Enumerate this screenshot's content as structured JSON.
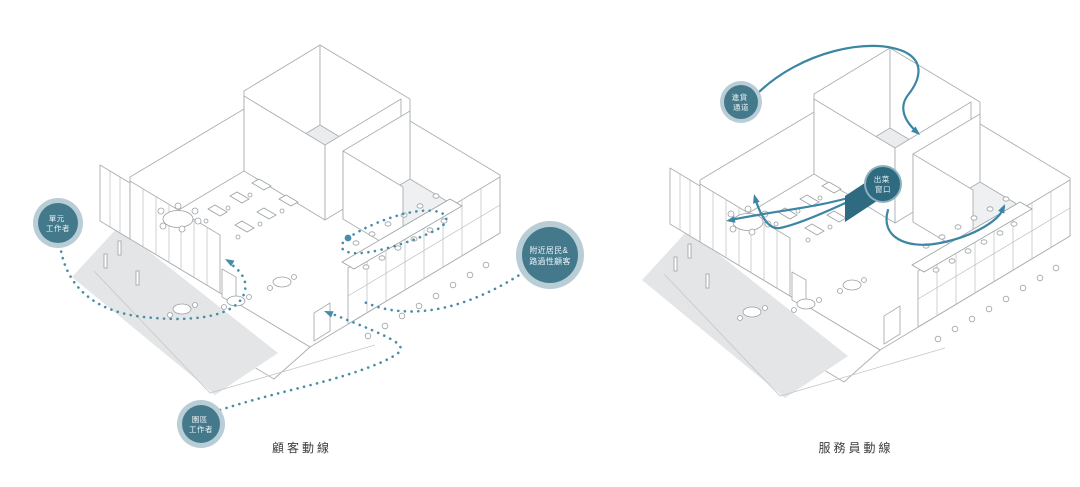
{
  "page": {
    "background": "#ffffff"
  },
  "colors": {
    "path_dotted": "#4A8CA8",
    "path_solid": "#3C86A4",
    "bubble_fill": "#44798C",
    "bubble_fill_dark": "#2E6A80",
    "bubble_ring": "#B9CDD7",
    "sketch_line": "#A9AFB3",
    "caption_text": "#3D3D3D"
  },
  "panels": {
    "left": {
      "caption": "顧客動線",
      "path_style": "dotted",
      "labels": [
        {
          "name": "unit-workers",
          "lines": [
            "單元",
            "工作者"
          ]
        },
        {
          "name": "park-district-workers",
          "lines": [
            "園區",
            "工作者"
          ]
        },
        {
          "name": "nearby-residents-passersby",
          "lines": [
            "附近居民&",
            "路過性顧客"
          ]
        }
      ]
    },
    "right": {
      "caption": "服務員動線",
      "path_style": "solid",
      "labels": [
        {
          "name": "goods-delivery-passage",
          "lines": [
            "進貨",
            "通道"
          ]
        },
        {
          "name": "serving-window",
          "lines": [
            "出菜",
            "窗口"
          ]
        }
      ]
    }
  }
}
